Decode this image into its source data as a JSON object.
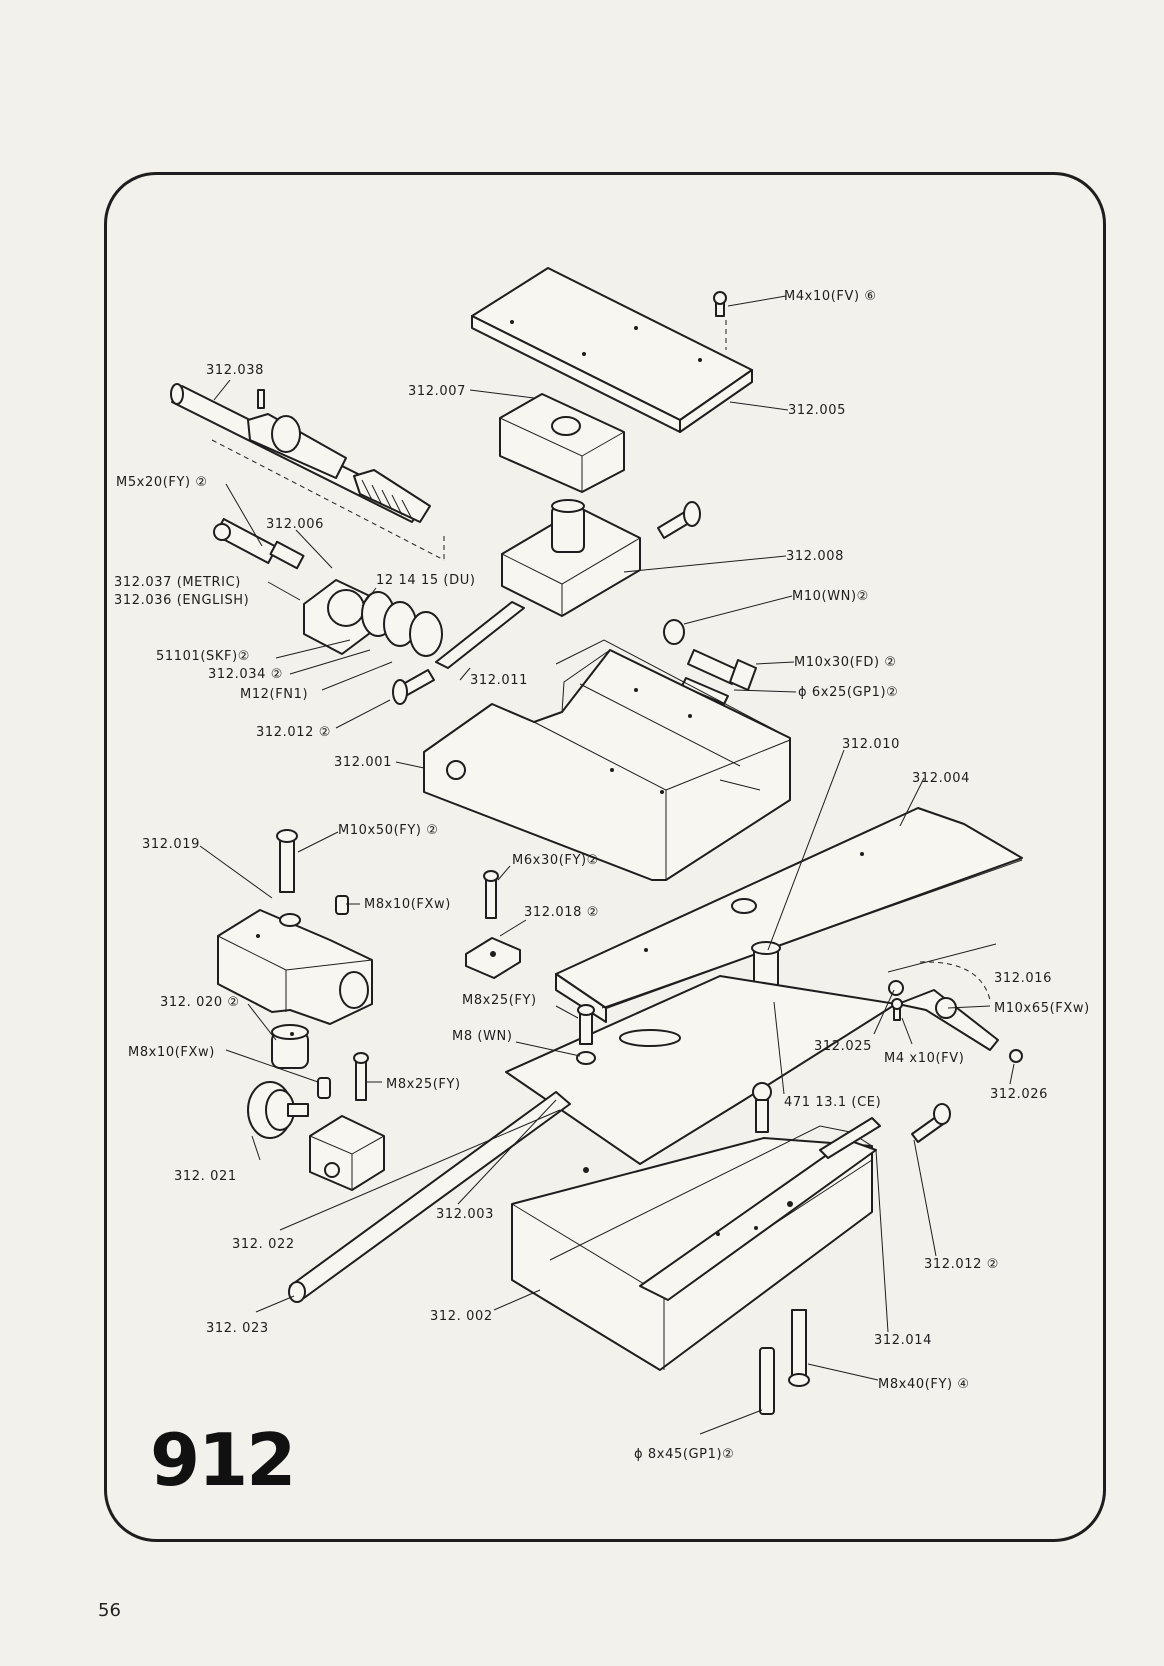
{
  "figure_number": "912",
  "page_number": "56",
  "labels": {
    "m4x10_fv_6": "M4x10(FV) ⑥",
    "p312_005": "312.005",
    "p312_007": "312.007",
    "p312_038": "312.038",
    "m5x20_fy_2": "M5x20(FY) ②",
    "p312_006": "312.006",
    "p312_037": "312.037 (METRIC)",
    "p312_036": "312.036 (ENGLISH)",
    "du": "12 14 15 (DU)",
    "p312_008": "312.008",
    "m10_wn_2": "M10(WN)②",
    "m10x30_fd_2": "M10x30(FD) ②",
    "pin6x25": "ϕ 6x25(GP1)②",
    "skf": "51101(SKF)②",
    "p312_034": "312.034 ②",
    "m12_fn1": "M12(FN1)",
    "p312_011": "312.011",
    "p312_012a": "312.012 ②",
    "p312_001": "312.001",
    "p312_010": "312.010",
    "p312_004": "312.004",
    "m10x50_fy_2": "M10x50(FY) ②",
    "p312_019": "312.019",
    "m6x30_fy_2": "M6x30(FY)②",
    "m8x10_fxw_a": "M8x10(FXw)",
    "p312_018": "312.018 ②",
    "p312_020": "312. 020 ②",
    "m8x25_fy_a": "M8x25(FY)",
    "m8_wn": "M8 (WN)",
    "p312_016": "312.016",
    "m10x65_fxw": "M10x65(FXw)",
    "m8x10_fxw_b": "M8x10(FXw)",
    "p312_025": "312.025",
    "m4x10_fv": "M4 x10(FV)",
    "m8x25_fy_b": "M8x25(FY)",
    "p312_026": "312.026",
    "ce": "471 13.1 (CE)",
    "p312_021": "312. 021",
    "p312_003": "312.003",
    "p312_022": "312. 022",
    "p312_012b": "312.012 ②",
    "p312_023": "312. 023",
    "p312_002": "312. 002",
    "p312_014": "312.014",
    "m8x40_fy_4": "M8x40(FY) ④",
    "pin8x45": "ϕ 8x45(GP1)②"
  }
}
